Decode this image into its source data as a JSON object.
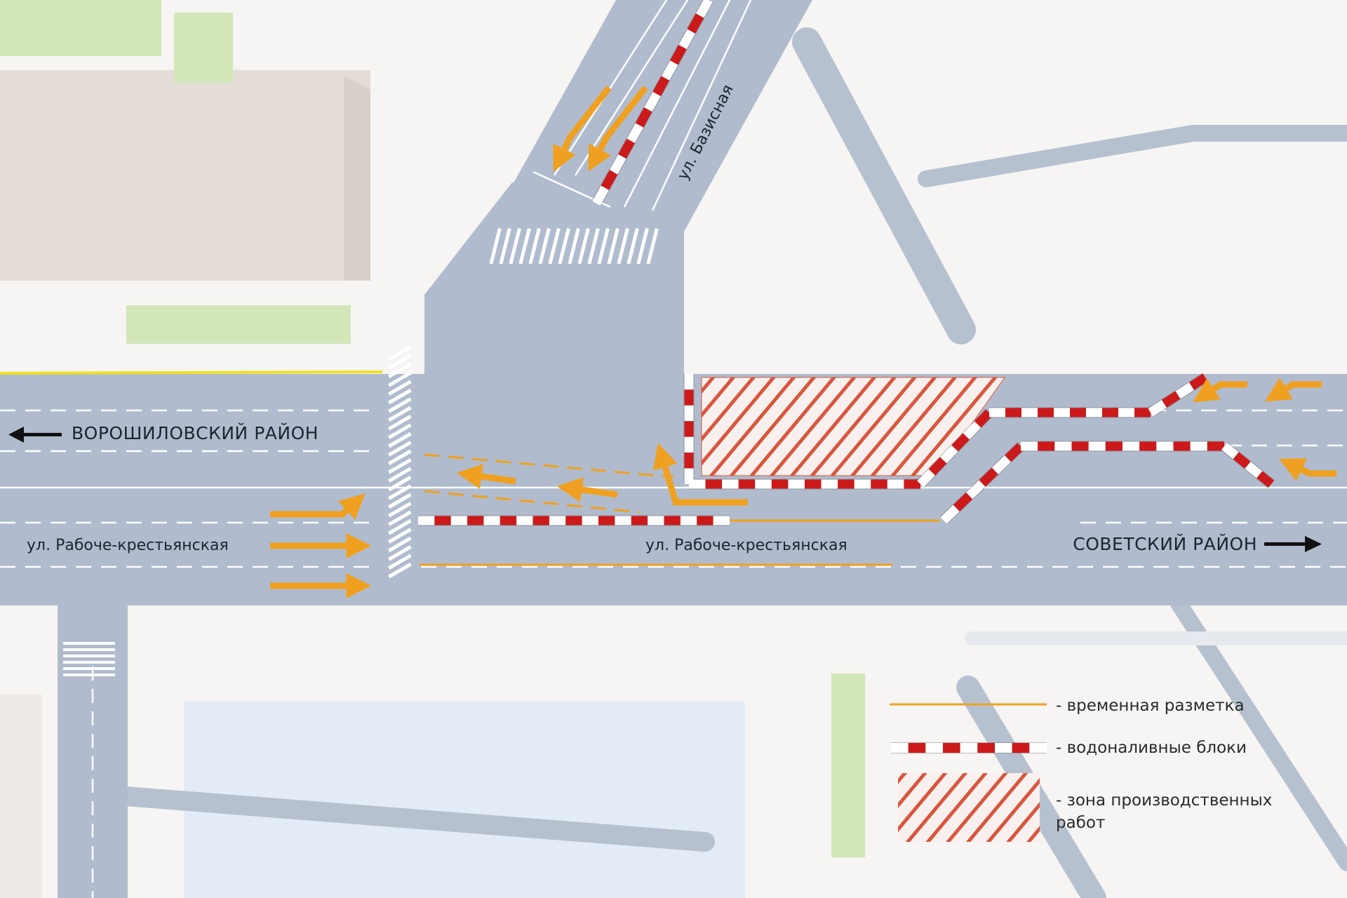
{
  "streets": {
    "main_left": "ул. Рабоче-крестьянская",
    "main_center": "ул. Рабоче-крестьянская",
    "bazisnaya": "ул. Базисная"
  },
  "districts": {
    "west": "ВОРОШИЛОВСКИЙ РАЙОН",
    "east": "СОВЕТСКИЙ РАЙОН"
  },
  "legend": {
    "temp_marking": "- временная разметка",
    "water_blocks": "- водоналивные блоки",
    "work_zone_line1": "- зона производственных",
    "work_zone_line2": "работ"
  },
  "colors": {
    "road": "#b0bccd",
    "background": "#f6f5f3",
    "building": "#e4dcd6",
    "park": "#d2e6b8",
    "water_tint": "#e3ebf6",
    "temp_marking": "#f0a020",
    "barrier_red": "#cc1a1a",
    "hatch_red": "#d9553d",
    "curb_yellow": "#f0e020"
  },
  "icons": [
    "arrow-left-icon",
    "arrow-right-icon",
    "traffic-arrow-icon"
  ]
}
